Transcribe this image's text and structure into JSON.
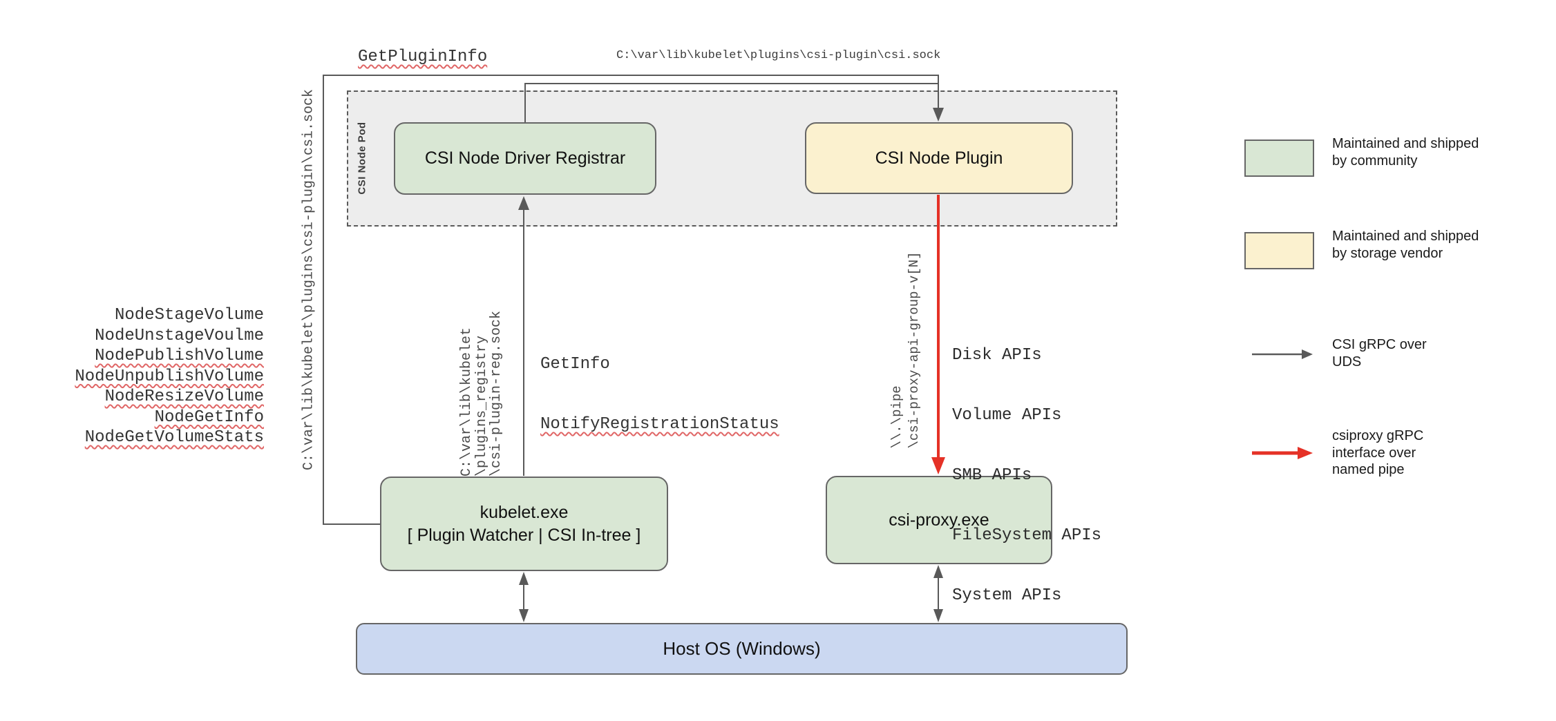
{
  "nodes": {
    "pod": {
      "label": "CSI Node Pod"
    },
    "registrar": {
      "label": "CSI Node Driver Registrar"
    },
    "plugin": {
      "label": "CSI Node Plugin"
    },
    "kubelet": {
      "line1": "kubelet.exe",
      "line2": "[ Plugin Watcher | CSI In-tree ]"
    },
    "csi_proxy": {
      "label": "csi-proxy.exe"
    },
    "host_os": {
      "label": "Host OS (Windows)"
    }
  },
  "edge_labels": {
    "get_plugin_info": "GetPluginInfo",
    "csi_sock_top": "C:\\var\\lib\\kubelet\\plugins\\csi-plugin\\csi.sock",
    "csi_sock_left": "C:\\var\\lib\\kubelet\\plugins\\csi-plugin\\csi.sock",
    "registry_sock": "C:\\var\\lib\\kubelet\n\\plugins_registry\n\\csi-plugin-reg.sock",
    "get_info": "GetInfo",
    "notify_registration_status": "NotifyRegistrationStatus",
    "named_pipe": "\\\\.\\pipe\n\\csi-proxy-api-group-v[N]"
  },
  "node_rpcs": {
    "items": [
      {
        "text": "NodeStageVolume",
        "misspelled": false
      },
      {
        "text": "NodeUnstageVoulme",
        "misspelled": false
      },
      {
        "text": "NodePublishVolume",
        "misspelled": true
      },
      {
        "text": "NodeUnpublishVolume",
        "misspelled": true
      },
      {
        "text": "NodeResizeVolume",
        "misspelled": true
      },
      {
        "text": "NodeGetInfo",
        "misspelled": true
      },
      {
        "text": "NodeGetVolumeStats",
        "misspelled": true
      }
    ]
  },
  "proxy_apis": {
    "items": [
      "Disk APIs",
      "Volume APIs",
      "SMB APIs",
      "FileSystem APIs",
      "System APIs"
    ]
  },
  "legend": {
    "items": [
      {
        "type": "swatch",
        "color": "#d9e7d4",
        "text": "Maintained and shipped\nby community"
      },
      {
        "type": "swatch",
        "color": "#fbf1cf",
        "text": "Maintained and shipped\nby storage vendor"
      },
      {
        "type": "arrow",
        "color": "#595959",
        "text": "CSI gRPC over\nUDS"
      },
      {
        "type": "arrow",
        "color": "#e53126",
        "text": "csiproxy gRPC\ninterface over\nnamed pipe"
      }
    ]
  },
  "colors": {
    "community_green": "#d9e7d4",
    "vendor_yellow": "#fbf1cf",
    "host_blue": "#cbd8f1",
    "pod_gray": "#ededed",
    "box_stroke": "#666666",
    "wire_gray": "#595959",
    "pipe_red": "#e53126",
    "squiggle_red": "#e06666"
  }
}
